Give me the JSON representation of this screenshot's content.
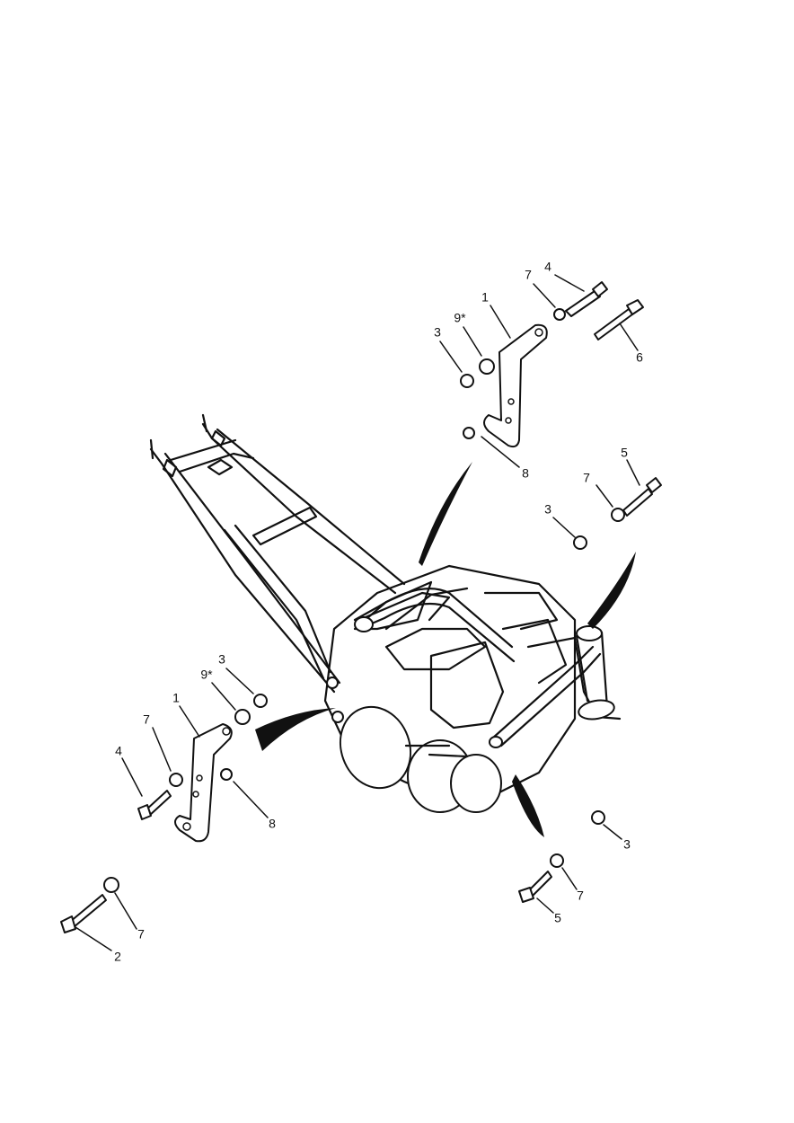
{
  "callouts": {
    "c1_upper": "1",
    "c1_lower": "1",
    "c2": "2",
    "c3_upper": "3",
    "c3_mid": "3",
    "c3_lower_left": "3",
    "c3_lower_right": "3",
    "c4_upper": "4",
    "c4_lower": "4",
    "c5_upper": "5",
    "c5_lower": "5",
    "c6": "6",
    "c7_upper": "7",
    "c7_mid": "7",
    "c7_lower_left": "7",
    "c7_bottom_left": "7",
    "c7_lower_right": "7",
    "c8_upper": "8",
    "c8_lower": "8",
    "c9_upper": "9*",
    "c9_lower": "9*"
  }
}
